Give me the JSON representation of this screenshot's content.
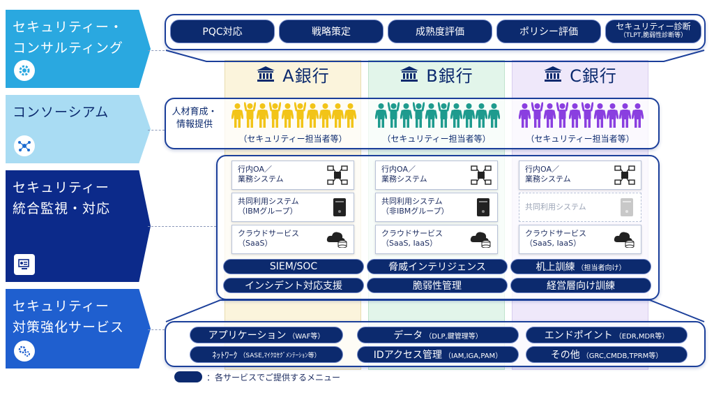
{
  "left_labels": [
    {
      "lines": [
        "セキュリティー・",
        "コンサルティング"
      ],
      "icon": "gear-cog-icon",
      "color": "#2aa8e0"
    },
    {
      "lines": [
        "コンソーシアム"
      ],
      "icon": "network-nodes-icon",
      "color": "#a9dcf3"
    },
    {
      "lines": [
        "セキュリティー",
        "統合監視・対応"
      ],
      "icon": "monitor-user-icon",
      "color": "#0c2a8a"
    },
    {
      "lines": [
        "セキュリティー",
        "対策強化サービス"
      ],
      "icon": "gears-icon",
      "color": "#1f5fcf"
    }
  ],
  "consulting_pills": [
    {
      "label": "PQC対応"
    },
    {
      "label": "戦略策定"
    },
    {
      "label": "成熟度評価"
    },
    {
      "label": "ポリシー評価"
    },
    {
      "label": "セキュリティー診断",
      "sub": "（TLPT,脆弱性診断等）"
    }
  ],
  "banks": [
    {
      "name": "A銀行",
      "tint": "#fbf4dc",
      "people_color": "#f2c418"
    },
    {
      "name": "B銀行",
      "tint": "#e2f5ea",
      "people_color": "#1e9b8e"
    },
    {
      "name": "C銀行",
      "tint": "#efe8fa",
      "people_color": "#8a3fe0"
    }
  ],
  "consortium": {
    "label": "人材育成・情報提供",
    "label_lines": [
      "人材育成・",
      "情報提供"
    ],
    "people_caption": "（セキュリティー担当者等）"
  },
  "systems": [
    [
      {
        "lines": [
          "行内OA／",
          "業務システム"
        ],
        "icon": "network-computer-icon"
      },
      {
        "lines": [
          "共同利用システム",
          "（IBMグループ）"
        ],
        "icon": "server-icon"
      },
      {
        "lines": [
          "クラウドサービス",
          "（SaaS）"
        ],
        "icon": "cloud-database-icon"
      }
    ],
    [
      {
        "lines": [
          "行内OA／",
          "業務システム"
        ],
        "icon": "network-computer-icon"
      },
      {
        "lines": [
          "共同利用システム",
          "（非IBMグループ）"
        ],
        "icon": "server-icon"
      },
      {
        "lines": [
          "クラウドサービス",
          "（SaaS, IaaS）"
        ],
        "icon": "cloud-database-icon"
      }
    ],
    [
      {
        "lines": [
          "行内OA／",
          "業務システム"
        ],
        "icon": "network-computer-icon"
      },
      {
        "lines": [
          "共同利用システム"
        ],
        "icon": "server-icon",
        "dimmed": true
      },
      {
        "lines": [
          "クラウドサービス",
          "（SaaS, IaaS）"
        ],
        "icon": "cloud-database-icon"
      }
    ]
  ],
  "monitoring_pills": [
    {
      "label": "SIEM/SOC"
    },
    {
      "label": "脅威インテリジェンス"
    },
    {
      "label": "机上訓練",
      "sub": "（担当者向け）"
    },
    {
      "label": "インシデント対応支援"
    },
    {
      "label": "脆弱性管理"
    },
    {
      "label": "経営層向け訓練"
    }
  ],
  "services_pills": [
    {
      "label": "アプリケーション",
      "sub": "（WAF等）"
    },
    {
      "label": "データ",
      "sub": "（DLP,鍵管理等）"
    },
    {
      "label": "エンドポイント",
      "sub": "（EDR,MDR等）"
    },
    {
      "label": "ﾈｯﾄﾜｰｸ",
      "sub": "（SASE,ﾏｲｸﾛｾｸﾞﾒﾝﾃｰｼｮﾝ等）"
    },
    {
      "label": "IDアクセス管理",
      "sub": "（IAM,IGA,PAM）"
    },
    {
      "label": "その他",
      "sub": "（GRC,CMDB,TPRM等）"
    }
  ],
  "legend": {
    "text": "：各サービスでご提供するメニュー"
  },
  "colors": {
    "navy": "#0c2a6e",
    "panel_border": "#1b3f9a"
  }
}
